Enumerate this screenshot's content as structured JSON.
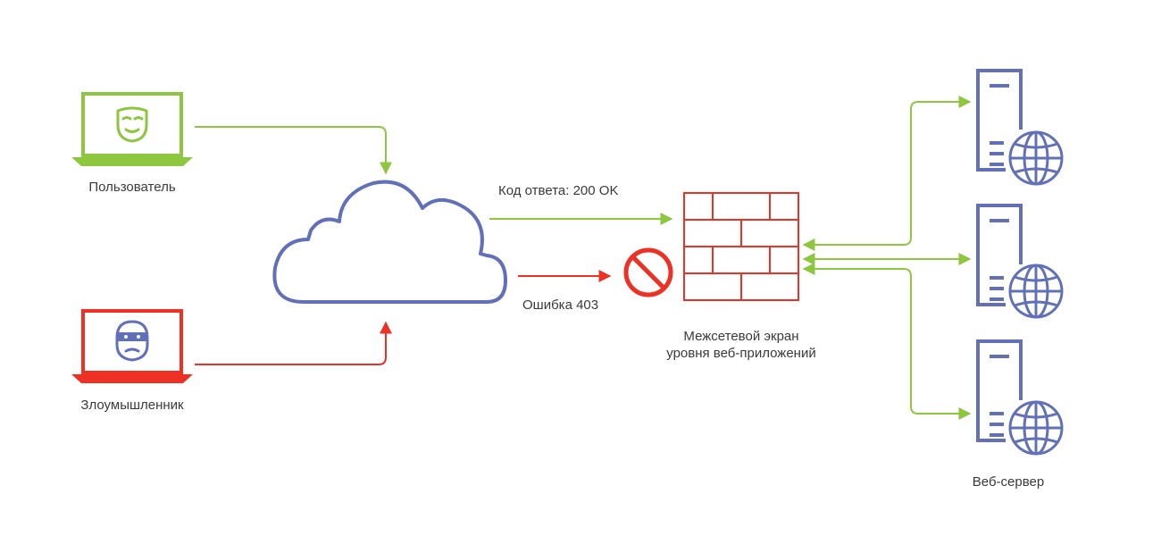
{
  "labels": {
    "user": "Пользователь",
    "attacker": "Злоумышленник",
    "response_ok": "Код ответа: 200 OK",
    "error": "Ошибка 403",
    "waf_line1": "Межсетевой экран",
    "waf_line2": "уровня веб-приложений",
    "web_server": "Веб-сервер"
  },
  "colors": {
    "green": "#8dc63f",
    "red": "#ed3124",
    "blue": "#6271b7",
    "text": "#3a3a3a"
  },
  "icons": {
    "user_laptop": "laptop-mask-icon",
    "attacker_laptop": "laptop-thief-icon",
    "cloud": "cloud-icon",
    "blocked": "blocked-icon",
    "firewall": "firewall-icon",
    "server": "server-globe-icon"
  }
}
